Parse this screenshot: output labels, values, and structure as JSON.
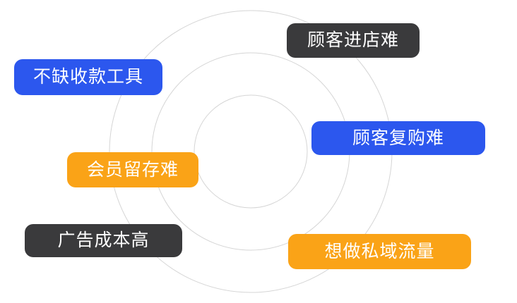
{
  "diagram": {
    "type": "concentric-rings-with-labels",
    "background_color": "#ffffff",
    "ring_stroke_color": "#d5d5d5",
    "ring_count": 3,
    "colors": {
      "dark": "#3a3a3c",
      "blue": "#2c57ee",
      "orange": "#faa317",
      "label_text": "#ffffff"
    },
    "labels": [
      {
        "text": "顾客进店难",
        "color_key": "dark",
        "hex": "#3a3a3c",
        "position": "top-right"
      },
      {
        "text": "不缺收款工具",
        "color_key": "blue",
        "hex": "#2c57ee",
        "position": "upper-left"
      },
      {
        "text": "顾客复购难",
        "color_key": "blue",
        "hex": "#2c57ee",
        "position": "middle-right"
      },
      {
        "text": "会员留存难",
        "color_key": "orange",
        "hex": "#faa317",
        "position": "middle-left"
      },
      {
        "text": "广告成本高",
        "color_key": "dark",
        "hex": "#3a3a3c",
        "position": "bottom-left"
      },
      {
        "text": "想做私域流量",
        "color_key": "orange",
        "hex": "#faa317",
        "position": "bottom-right"
      }
    ]
  }
}
